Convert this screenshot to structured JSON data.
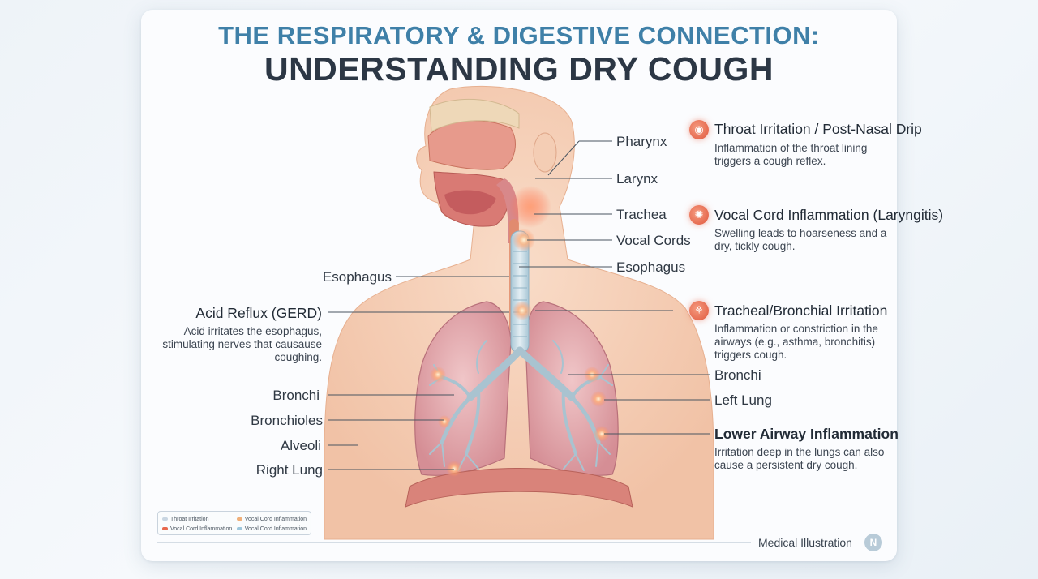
{
  "title": {
    "line1": "THE RESPIRATORY & DIGESTIVE CONNECTION:",
    "line2": "UNDERSTANDING DRY COUGH"
  },
  "labels_right": [
    "Pharynx",
    "Larynx",
    "Trachea",
    "Vocal Cords",
    "Esophagus",
    "Bronchi",
    "Left Lung"
  ],
  "labels_left": [
    "Esophagus",
    "Bronchi",
    "Bronchioles",
    "Alveoli",
    "Right Lung"
  ],
  "callouts_right": [
    {
      "title": "Throat Irritation / Post-Nasal Drip",
      "desc": [
        "Inflammation of the throat lining",
        "triggers a cough reflex."
      ],
      "icon": "throat-icon"
    },
    {
      "title": "Vocal Cord Inflammation (Laryngitis)",
      "desc": [
        "Swelling leads to hoarseness and a",
        "dry, tickly cough."
      ],
      "icon": "vocal-cord-icon"
    },
    {
      "title": "Tracheal/Bronchial Irritation",
      "desc": [
        "Inflammation or constriction in the",
        "airways (e.g., asthma, bronchitis)",
        "triggers cough."
      ],
      "icon": "bronchi-icon"
    },
    {
      "title": "Lower Airway Inflammation",
      "desc": [
        "Irritation deep in the lungs can also",
        "cause a persistent dry cough."
      ]
    }
  ],
  "callout_left": {
    "title": "Acid Reflux (GERD)",
    "desc": [
      "Acid irritates the esophagus,",
      "stimulating nerves that causause",
      "coughing."
    ]
  },
  "legend": {
    "items": [
      "Throat Irritation",
      "Vocal Cord Inflammation",
      "Vocal Cord Inflammation",
      "Vocal Cord Inflammation"
    ],
    "colors": [
      "#c9d6e2",
      "#f0b07a",
      "#e8684c",
      "#9ec7dc"
    ]
  },
  "footer": {
    "text": "Medical Illustration",
    "logo_icon": "medical-logo-icon"
  },
  "colors": {
    "title_accent": "#3f80a8",
    "title_dark": "#2c3745",
    "inflammation": "#e8684c"
  }
}
